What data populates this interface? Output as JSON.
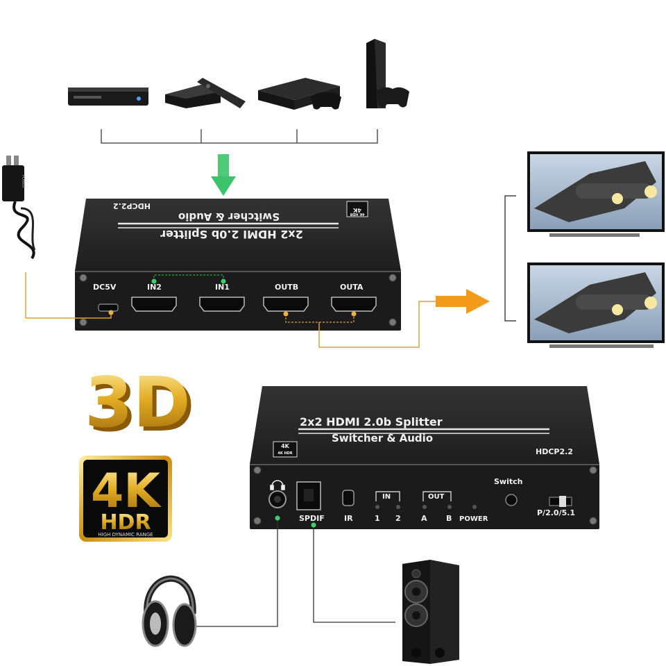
{
  "top_device": {
    "title": "2x2 HDMI 2.0b Splitter",
    "subtitle": "Switcher & Audio",
    "hdcp": "HDCP2.2",
    "badge_top": "4K",
    "badge_bottom": "4K HDR",
    "ports": {
      "dc": "DC5V",
      "in2": "IN2",
      "in1": "IN1",
      "outb": "OUTB",
      "outa": "OUTA"
    }
  },
  "bottom_device": {
    "title": "2x2 HDMI 2.0b Splitter",
    "subtitle": "Switcher & Audio",
    "hdcp": "HDCP2.2",
    "badge_top": "4K",
    "badge_bottom": "4K HDR",
    "switch_label": "Switch",
    "spdif": "SPDIF",
    "ir": "IR",
    "in_group": "IN",
    "in_1": "1",
    "in_2": "2",
    "out_group": "OUT",
    "out_a": "A",
    "out_b": "B",
    "power": "POWER",
    "mode": "P/2.0/5.1"
  },
  "logos": {
    "three_d": "3D",
    "four_k": "4K",
    "hdr": "HDR",
    "hdr_sub": "HIGH DYNAMIC RANGE"
  },
  "adapter_label": "POWER",
  "colors": {
    "device_body": "#1c1c1c",
    "device_top": "#2b2b2b",
    "green_arrow": "#3cc46a",
    "orange_arrow": "#f39a1a",
    "line_orange": "#e0a040",
    "line_green": "#2ea84a",
    "gold": "#d9a21b"
  },
  "sources": [
    "blu-ray-player-icon",
    "streaming-box-icon",
    "game-console-icon",
    "tower-console-icon"
  ],
  "displays": [
    "tv-display-icon",
    "tv-display-icon"
  ]
}
